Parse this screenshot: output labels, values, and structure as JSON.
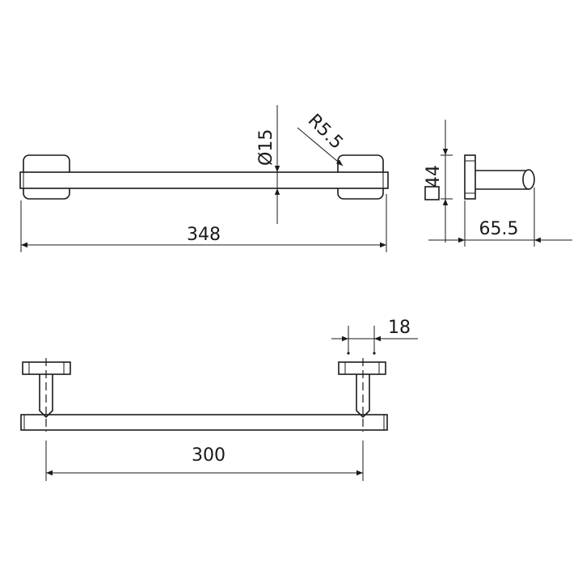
{
  "drawing": {
    "front_view": {
      "overall_length": "348",
      "bar_diameter": "Ø15",
      "corner_radius": "R5.5"
    },
    "side_view": {
      "base_height": "44",
      "projection": "65.5"
    },
    "top_view": {
      "center_distance": "300",
      "post_width": "18"
    }
  }
}
